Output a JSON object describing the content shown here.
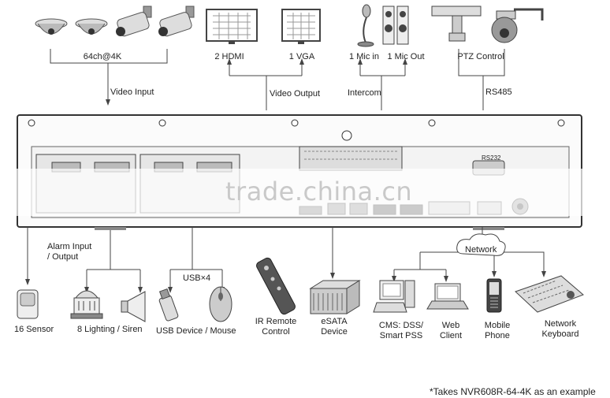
{
  "top": {
    "camera_count": "64ch@4K",
    "video_input": "Video Input",
    "hdmi": "2 HDMI",
    "vga": "1 VGA",
    "video_output": "Video Output",
    "mic_in": "1 Mic in",
    "mic_out": "1 Mic Out",
    "intercom": "Intercom",
    "ptz_control": "PTZ Control",
    "rs485": "RS485"
  },
  "panel": {
    "rs232": "RS232"
  },
  "bottom": {
    "alarm_io": "Alarm Input\n/ Output",
    "sensor": "16 Sensor",
    "lighting": "8 Lighting / Siren",
    "usb_count": "USB×4",
    "usb_device": "USB Device / Mouse",
    "ir_remote": "IR Remote\nControl",
    "esata": "eSATA\nDevice",
    "network": "Network",
    "cms": "CMS: DSS/\nSmart PSS",
    "web_client": "Web\nClient",
    "mobile": "Mobile\nPhone",
    "keyboard": "Network\nKeyboard"
  },
  "watermark": "trade.china.cn",
  "footnote": "*Takes NVR608R-64-4K as an example"
}
